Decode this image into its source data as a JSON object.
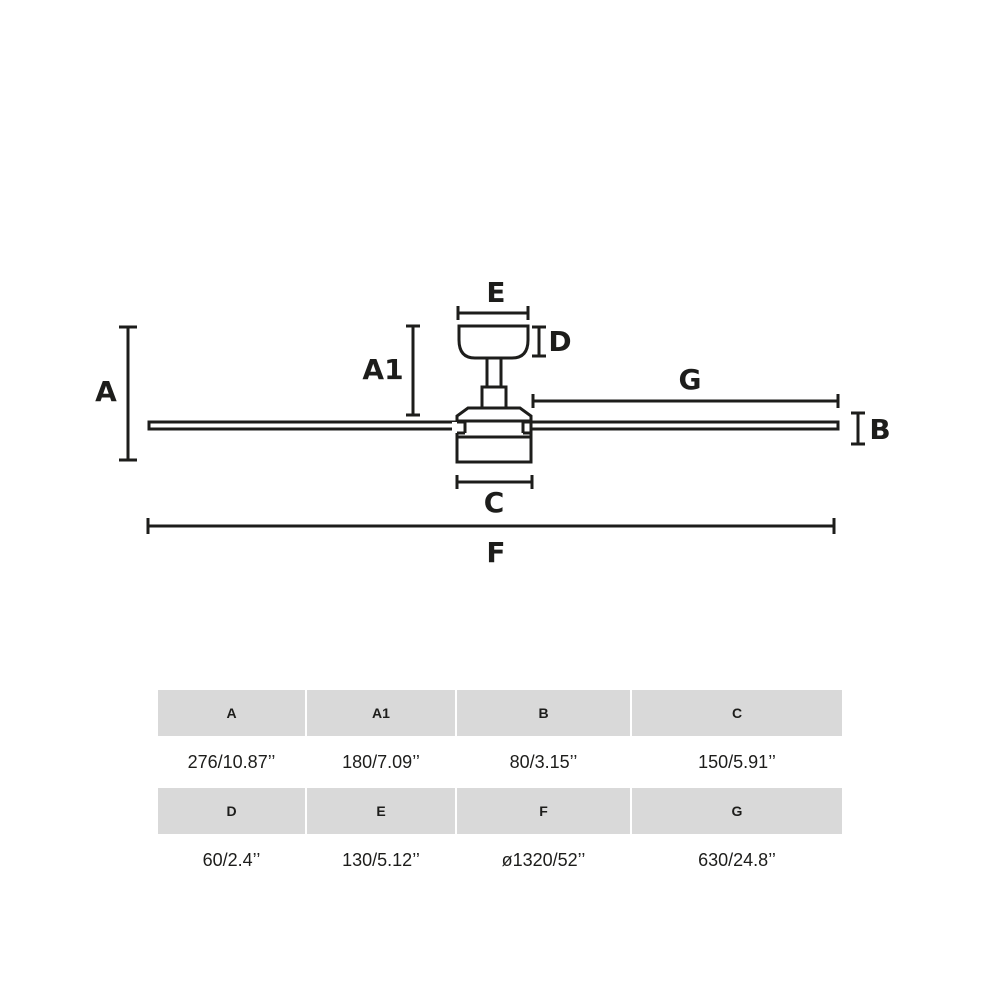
{
  "diagram": {
    "labels": {
      "A": "A",
      "A1": "A1",
      "B": "B",
      "C": "C",
      "D": "D",
      "E": "E",
      "F": "F",
      "G": "G"
    }
  },
  "table": {
    "rows": [
      {
        "headers": [
          "A",
          "A1",
          "B",
          "C"
        ],
        "values": [
          "276/10.87’’",
          "180/7.09’’",
          "80/3.15’’",
          "150/5.91’’"
        ]
      },
      {
        "headers": [
          "D",
          "E",
          "F",
          "G"
        ],
        "values": [
          "60/2.4’’",
          "130/5.12’’",
          "ø1320/52’’",
          "630/24.8’’"
        ]
      }
    ]
  },
  "colors": {
    "line": "#1d1d1b",
    "header_bg": "#d9d9d9"
  }
}
